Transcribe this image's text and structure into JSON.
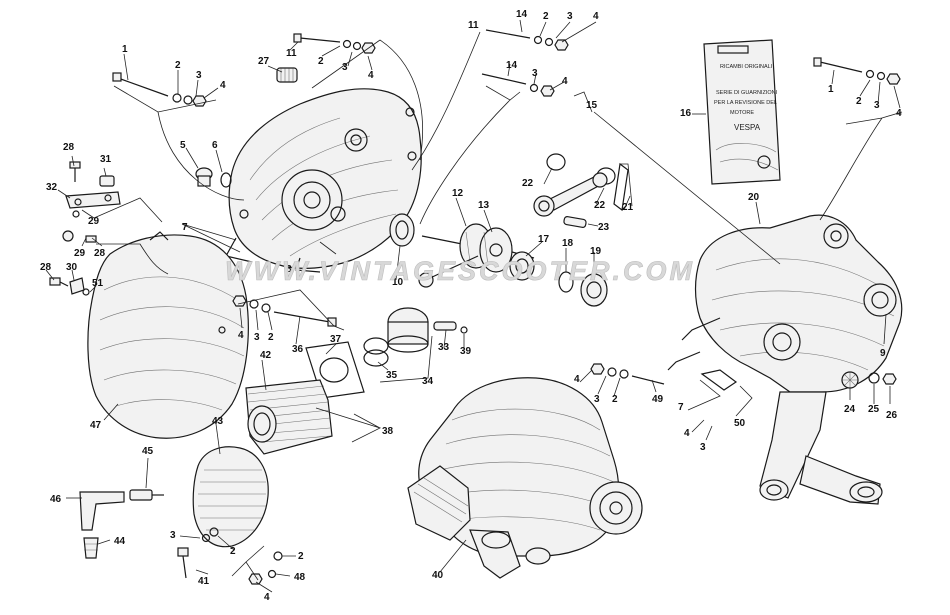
{
  "watermark": "WWW.VINTAGESCOOTER.COM",
  "gasket_pack": {
    "lines": [
      "RICAMBI ORIGINALI",
      "SERIE DI GUARNIZIONI",
      "PER LA REVISIONE DEL",
      "MOTORE",
      "VESPA"
    ]
  },
  "callouts": [
    {
      "id": "c1a",
      "text": "1"
    },
    {
      "id": "c2a",
      "text": "2"
    },
    {
      "id": "c3a",
      "text": "3"
    },
    {
      "id": "c4a",
      "text": "4"
    },
    {
      "id": "c27",
      "text": "27"
    },
    {
      "id": "c11",
      "text": "11"
    },
    {
      "id": "c2b",
      "text": "2"
    },
    {
      "id": "c3b",
      "text": "3"
    },
    {
      "id": "c4b",
      "text": "4"
    },
    {
      "id": "c14a",
      "text": "14"
    },
    {
      "id": "c2c",
      "text": "2"
    },
    {
      "id": "c3c",
      "text": "3"
    },
    {
      "id": "c4c",
      "text": "4"
    },
    {
      "id": "c14b",
      "text": "14"
    },
    {
      "id": "c3d",
      "text": "3"
    },
    {
      "id": "c4d",
      "text": "4"
    },
    {
      "id": "c15",
      "text": "15"
    },
    {
      "id": "c16",
      "text": "16"
    },
    {
      "id": "c1b",
      "text": "1"
    },
    {
      "id": "c2d",
      "text": "2"
    },
    {
      "id": "c3e",
      "text": "3"
    },
    {
      "id": "c4e",
      "text": "4"
    },
    {
      "id": "c5",
      "text": "5"
    },
    {
      "id": "c6",
      "text": "6"
    },
    {
      "id": "c28a",
      "text": "28"
    },
    {
      "id": "c31",
      "text": "31"
    },
    {
      "id": "c32",
      "text": "32"
    },
    {
      "id": "c29a",
      "text": "29"
    },
    {
      "id": "c7a",
      "text": "7"
    },
    {
      "id": "c29b",
      "text": "29"
    },
    {
      "id": "c28b",
      "text": "28"
    },
    {
      "id": "c28c",
      "text": "28"
    },
    {
      "id": "c30",
      "text": "30"
    },
    {
      "id": "c51",
      "text": "51"
    },
    {
      "id": "c8",
      "text": "8"
    },
    {
      "id": "c10",
      "text": "10"
    },
    {
      "id": "c12",
      "text": "12"
    },
    {
      "id": "c13",
      "text": "13"
    },
    {
      "id": "c22a",
      "text": "22"
    },
    {
      "id": "c22b",
      "text": "22"
    },
    {
      "id": "c21",
      "text": "21"
    },
    {
      "id": "c23",
      "text": "23"
    },
    {
      "id": "c17",
      "text": "17"
    },
    {
      "id": "c18",
      "text": "18"
    },
    {
      "id": "c19",
      "text": "19"
    },
    {
      "id": "c20",
      "text": "20"
    },
    {
      "id": "c11b",
      "text": "11"
    },
    {
      "id": "c4f",
      "text": "4"
    },
    {
      "id": "c3f",
      "text": "3"
    },
    {
      "id": "c2e",
      "text": "2"
    },
    {
      "id": "c36",
      "text": "36"
    },
    {
      "id": "c37",
      "text": "37"
    },
    {
      "id": "c33",
      "text": "33"
    },
    {
      "id": "c39",
      "text": "39"
    },
    {
      "id": "c35",
      "text": "35"
    },
    {
      "id": "c34",
      "text": "34"
    },
    {
      "id": "c42",
      "text": "42"
    },
    {
      "id": "c38",
      "text": "38"
    },
    {
      "id": "c47",
      "text": "47"
    },
    {
      "id": "c43",
      "text": "43"
    },
    {
      "id": "c45",
      "text": "45"
    },
    {
      "id": "c46",
      "text": "46"
    },
    {
      "id": "c44",
      "text": "44"
    },
    {
      "id": "c3g",
      "text": "3"
    },
    {
      "id": "c2f",
      "text": "2"
    },
    {
      "id": "c41",
      "text": "41"
    },
    {
      "id": "c2g",
      "text": "2"
    },
    {
      "id": "c48",
      "text": "48"
    },
    {
      "id": "c4g",
      "text": "4"
    },
    {
      "id": "c40",
      "text": "40"
    },
    {
      "id": "c4h",
      "text": "4"
    },
    {
      "id": "c3h",
      "text": "3"
    },
    {
      "id": "c2h",
      "text": "2"
    },
    {
      "id": "c49",
      "text": "49"
    },
    {
      "id": "c7b",
      "text": "7"
    },
    {
      "id": "c4i",
      "text": "4"
    },
    {
      "id": "c3i",
      "text": "3"
    },
    {
      "id": "c50",
      "text": "50"
    },
    {
      "id": "c24",
      "text": "24"
    },
    {
      "id": "c25",
      "text": "25"
    },
    {
      "id": "c26",
      "text": "26"
    },
    {
      "id": "c9",
      "text": "9"
    }
  ]
}
